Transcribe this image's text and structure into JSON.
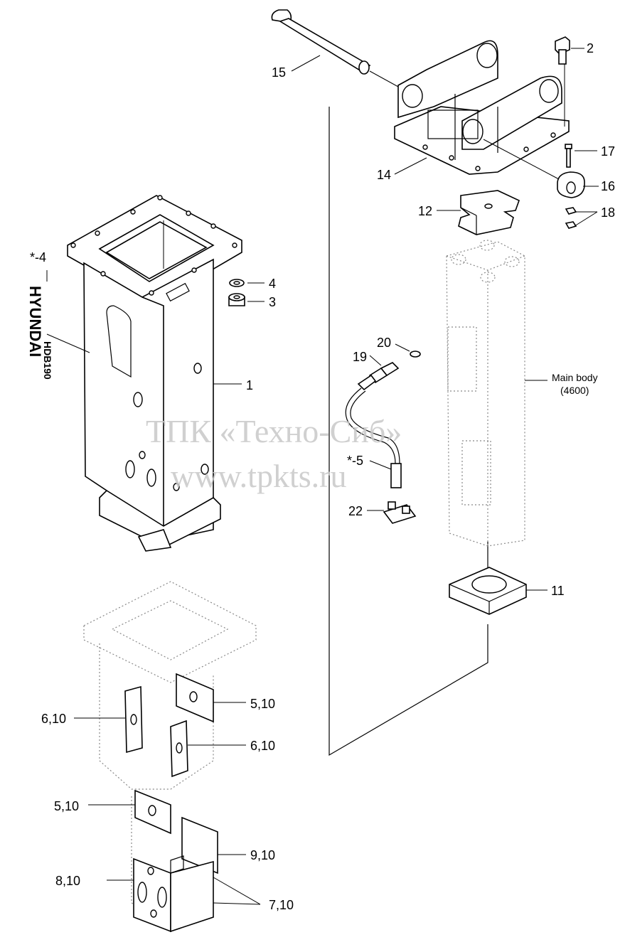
{
  "callouts": [
    {
      "id": "c1",
      "text": "1"
    },
    {
      "id": "c2",
      "text": "2"
    },
    {
      "id": "c3",
      "text": "3"
    },
    {
      "id": "c4",
      "text": "4"
    },
    {
      "id": "c4star",
      "text": "*-4"
    },
    {
      "id": "c5star",
      "text": "*-5"
    },
    {
      "id": "c5_10a",
      "text": "5,10"
    },
    {
      "id": "c5_10b",
      "text": "5,10"
    },
    {
      "id": "c6_10a",
      "text": "6,10"
    },
    {
      "id": "c6_10b",
      "text": "6,10"
    },
    {
      "id": "c7_10",
      "text": "7,10"
    },
    {
      "id": "c8_10",
      "text": "8,10"
    },
    {
      "id": "c9_10",
      "text": "9,10"
    },
    {
      "id": "c11",
      "text": "11"
    },
    {
      "id": "c12",
      "text": "12"
    },
    {
      "id": "c14",
      "text": "14"
    },
    {
      "id": "c15",
      "text": "15"
    },
    {
      "id": "c16",
      "text": "16"
    },
    {
      "id": "c17",
      "text": "17"
    },
    {
      "id": "c18",
      "text": "18"
    },
    {
      "id": "c19",
      "text": "19"
    },
    {
      "id": "c20",
      "text": "20"
    },
    {
      "id": "c22",
      "text": "22"
    }
  ],
  "main_body": {
    "line1": "Main body",
    "line2": "(4600)"
  },
  "decal": {
    "brand": "HYUNDAI",
    "model": "HDB190"
  },
  "watermark": {
    "line1": "ТПК «Техно-Сиб»",
    "line2": "www.tpkts.ru"
  }
}
